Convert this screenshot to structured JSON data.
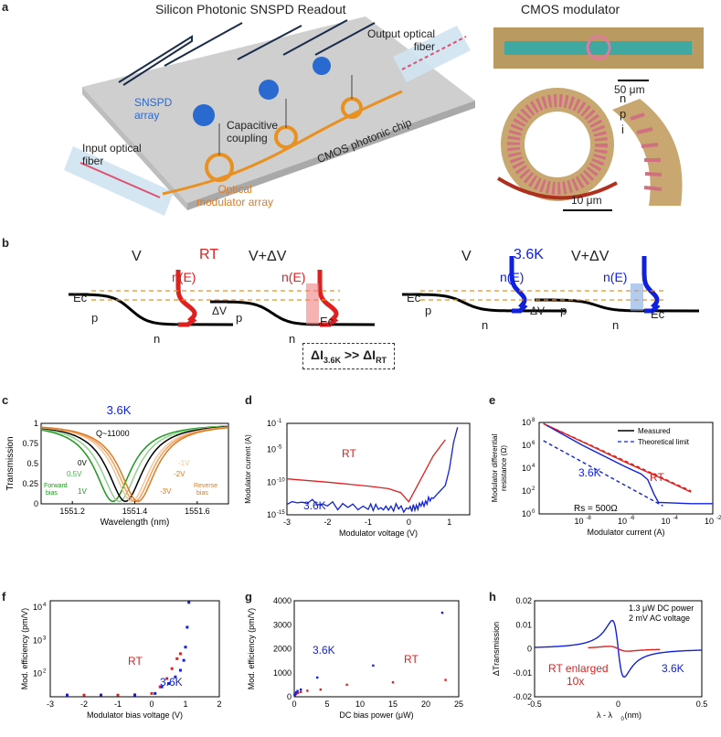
{
  "panels": {
    "a": {
      "letter": "a",
      "title_left": "Silicon Photonic SNSPD Readout",
      "title_right": "CMOS modulator",
      "labels": {
        "snspd": "SNSPD",
        "array": "array",
        "capacitive": "Capacitive",
        "coupling": "coupling",
        "input1": "Input optical",
        "input2": "fiber",
        "optical": "Optical",
        "modarray": "modulator array",
        "chip": "CMOS photonic chip",
        "output1": "Output optical",
        "output2": "fiber",
        "scale1": "50 μm",
        "scale2": "10 μm",
        "n": "n",
        "p": "p",
        "i": "i"
      }
    },
    "b": {
      "letter": "b",
      "rt": "RT",
      "cryo": "3.6K",
      "v": "V",
      "vdv": "V+ΔV",
      "ne": "n(E)",
      "ec": "Ec",
      "p": "p",
      "n": "n",
      "dv": "ΔV",
      "relation_main": "ΔI",
      "relation_sub1": "3.6K",
      "relation_mid": " >> ΔI",
      "relation_sub2": "RT"
    },
    "c": {
      "letter": "c",
      "title": "3.6K",
      "q": "Q~11000",
      "xlabel": "Wavelength (nm)",
      "ylabel": "Transmission",
      "xticks": [
        "1551.2",
        "1551.4",
        "1551.6"
      ],
      "yticks": [
        "1",
        "0.75",
        "0.5",
        "0.25",
        "0"
      ],
      "curve_labels": [
        "0V",
        "0.5V",
        "1V",
        "-1V",
        "-2V",
        "-3V"
      ],
      "forward": [
        "Forward",
        "bias"
      ],
      "reverse": [
        "Reverse",
        "bias"
      ]
    },
    "d": {
      "letter": "d",
      "xlabel": "Modulator voltage (V)",
      "ylabel": "Modulator current (A)",
      "xticks": [
        "-3",
        "-2",
        "-1",
        "0",
        "1"
      ],
      "yticks": [
        "10",
        "10",
        "10",
        "10"
      ],
      "ysup": [
        "-1",
        "-5",
        "-10",
        "-15"
      ],
      "rt": "RT",
      "cryo": "3.6K"
    },
    "e": {
      "letter": "e",
      "xlabel": "Modulator current (A)",
      "ylabel1": "Modulator differential",
      "ylabel2": "resistance (Ω)",
      "legend_measured": "Measured",
      "legend_theory": "Theoretical limit",
      "cryo": "3.6K",
      "rt": "RT",
      "rs": "Rs = 500Ω",
      "xsup": [
        "-8",
        "-6",
        "-4",
        "-2"
      ],
      "ysup": [
        "8",
        "6",
        "4",
        "2",
        "0"
      ],
      "base": "10"
    },
    "f": {
      "letter": "f",
      "xlabel": "Modulator bias voltage (V)",
      "ylabel": "Mod. efficiency (pm/V)",
      "xticks": [
        "-3",
        "-2",
        "-1",
        "0",
        "1",
        "2"
      ],
      "ysup": [
        "4",
        "3",
        "2"
      ],
      "base": "10",
      "rt": "RT",
      "cryo": "3.6K"
    },
    "g": {
      "letter": "g",
      "xlabel": "DC bias power (μW)",
      "ylabel": "Mod. efficiency (pm/V)",
      "xticks": [
        "0",
        "5",
        "10",
        "15",
        "20",
        "25"
      ],
      "yticks": [
        "4000",
        "3000",
        "2000",
        "1000",
        "0"
      ],
      "rt": "RT",
      "cryo": "3.6K"
    },
    "h": {
      "letter": "h",
      "xlabel": "λ - λ",
      "xlabel_sub": "0",
      "xlabel_unit": " (nm)",
      "ylabel": "ΔTransmission",
      "xticks": [
        "-0.5",
        "0",
        "0.5"
      ],
      "yticks": [
        "0.02",
        "0.01",
        "0",
        "-0.01",
        "-0.02"
      ],
      "note1": "1.3 μW DC power",
      "note2": "2 mV AC voltage",
      "rt1": "RT enlarged",
      "rt2": "10x",
      "cryo": "3.6K"
    }
  },
  "chart_data": [
    {
      "type": "line",
      "panel": "c",
      "title": "3.6K",
      "xlabel": "Wavelength (nm)",
      "ylabel": "Transmission",
      "xlim": [
        1551.1,
        1551.7
      ],
      "ylim": [
        0,
        1
      ],
      "series": [
        {
          "name": "1V",
          "center": 1551.33,
          "color": "#1a9a1a"
        },
        {
          "name": "0.5V",
          "center": 1551.35,
          "color": "#8fd18f"
        },
        {
          "name": "0V",
          "center": 1551.37,
          "color": "#000000"
        },
        {
          "name": "-1V",
          "center": 1551.39,
          "color": "#f3c79a"
        },
        {
          "name": "-2V",
          "center": 1551.4,
          "color": "#f0a060"
        },
        {
          "name": "-3V",
          "center": 1551.41,
          "color": "#e07a1f"
        }
      ],
      "linewidth_nm": 0.14
    },
    {
      "type": "line",
      "panel": "d",
      "xlabel": "Modulator voltage (V)",
      "ylabel": "Modulator current (A)",
      "xlim": [
        -3,
        1.5
      ],
      "ylim_log10": [
        -15,
        -1
      ],
      "series": [
        {
          "name": "RT",
          "x": [
            -3,
            -2,
            -1,
            -0.5,
            -0.2,
            0,
            0.3,
            0.6,
            0.9
          ],
          "log10_y": [
            -9.5,
            -10.0,
            -10.6,
            -11.0,
            -11.6,
            -13.0,
            -9.5,
            -6.0,
            -3.5
          ],
          "color": "#e02020"
        },
        {
          "name": "3.6K",
          "x": [
            -3,
            -2,
            -1,
            -0.5,
            0,
            0.3,
            0.6,
            0.9,
            1.0,
            1.1,
            1.2
          ],
          "log10_y": [
            -13.0,
            -13.5,
            -14.0,
            -14.0,
            -14.0,
            -13.5,
            -12.5,
            -10.5,
            -8.0,
            -4.0,
            -1.6
          ],
          "color": "#1020e0"
        }
      ]
    },
    {
      "type": "line",
      "panel": "e",
      "xlabel": "Modulator current (A)",
      "ylabel": "Modulator differential resistance (Ω)",
      "xlim_log10": [
        -10,
        -2
      ],
      "ylim_log10": [
        0,
        8
      ],
      "series": [
        {
          "name": "RT measured",
          "log10_x": [
            -9.8,
            -8,
            -6,
            -4,
            -3
          ],
          "log10_y": [
            7.9,
            6.3,
            4.5,
            2.8,
            1.9
          ],
          "color": "#e02020"
        },
        {
          "name": "3.6K measured",
          "log10_x": [
            -9.8,
            -8,
            -6,
            -5.3,
            -5.0,
            -4.7,
            -4.5,
            -3,
            -2
          ],
          "log10_y": [
            7.9,
            6.0,
            4.1,
            3.5,
            3.0,
            1.7,
            1.0,
            0.9,
            0.9
          ],
          "color": "#1020e0"
        },
        {
          "name": "Theoretical limit RT",
          "log10_x": [
            -9.8,
            -3
          ],
          "log10_y": [
            7.9,
            2.0
          ],
          "color": "#e02020",
          "dashed": true
        },
        {
          "name": "Theoretical limit 3.6K",
          "log10_x": [
            -9.8,
            -4.3
          ],
          "log10_y": [
            6.4,
            0.7
          ],
          "color": "#1020e0",
          "dashed": true
        }
      ]
    },
    {
      "type": "scatter",
      "panel": "f",
      "xlabel": "Modulator bias voltage (V)",
      "ylabel": "Mod. efficiency (pm/V)",
      "xlim": [
        -3,
        2
      ],
      "ylim_log10": [
        1.3,
        4.2
      ],
      "series": [
        {
          "name": "RT",
          "color": "#e02020",
          "x": [
            -2.5,
            -2,
            -1.5,
            -1,
            -0.5,
            0,
            0.25,
            0.45,
            0.6,
            0.75,
            0.85
          ],
          "log10_y": [
            1.35,
            1.35,
            1.35,
            1.35,
            1.36,
            1.4,
            1.6,
            1.85,
            2.15,
            2.45,
            2.6
          ]
        },
        {
          "name": "3.6K",
          "color": "#1020e0",
          "x": [
            -2.5,
            -1.5,
            -0.5,
            0.1,
            0.3,
            0.5,
            0.7,
            0.85,
            0.95,
            1.0,
            1.05,
            1.1
          ],
          "log10_y": [
            1.35,
            1.35,
            1.35,
            1.4,
            1.6,
            1.7,
            1.9,
            2.1,
            2.4,
            2.8,
            3.4,
            4.15
          ]
        }
      ]
    },
    {
      "type": "scatter",
      "panel": "g",
      "xlabel": "DC bias power (μW)",
      "ylabel": "Mod. efficiency (pm/V)",
      "xlim": [
        0,
        25
      ],
      "ylim": [
        0,
        4000
      ],
      "series": [
        {
          "name": "RT",
          "color": "#e02020",
          "x": [
            0.1,
            0.3,
            0.6,
            1,
            2,
            4,
            8,
            15,
            23
          ],
          "y": [
            60,
            110,
            160,
            200,
            250,
            300,
            500,
            600,
            700
          ]
        },
        {
          "name": "3.6K",
          "color": "#1020e0",
          "x": [
            0.05,
            0.15,
            0.3,
            0.5,
            1,
            3.5,
            12,
            22.5
          ],
          "y": [
            80,
            120,
            180,
            240,
            300,
            800,
            1300,
            3500
          ]
        }
      ]
    },
    {
      "type": "line",
      "panel": "h",
      "xlabel": "λ - λ0 (nm)",
      "ylabel": "ΔTransmission",
      "xlim": [
        -0.5,
        0.5
      ],
      "ylim": [
        -0.02,
        0.02
      ],
      "series": [
        {
          "name": "3.6K",
          "color": "#1020e0",
          "amplitude": 0.014,
          "width": 0.045
        },
        {
          "name": "RT enlarged 10x",
          "color": "#e02020",
          "amplitude": 0.0012,
          "width": 0.07,
          "xrange": [
            -0.18,
            0.25
          ]
        }
      ]
    }
  ]
}
